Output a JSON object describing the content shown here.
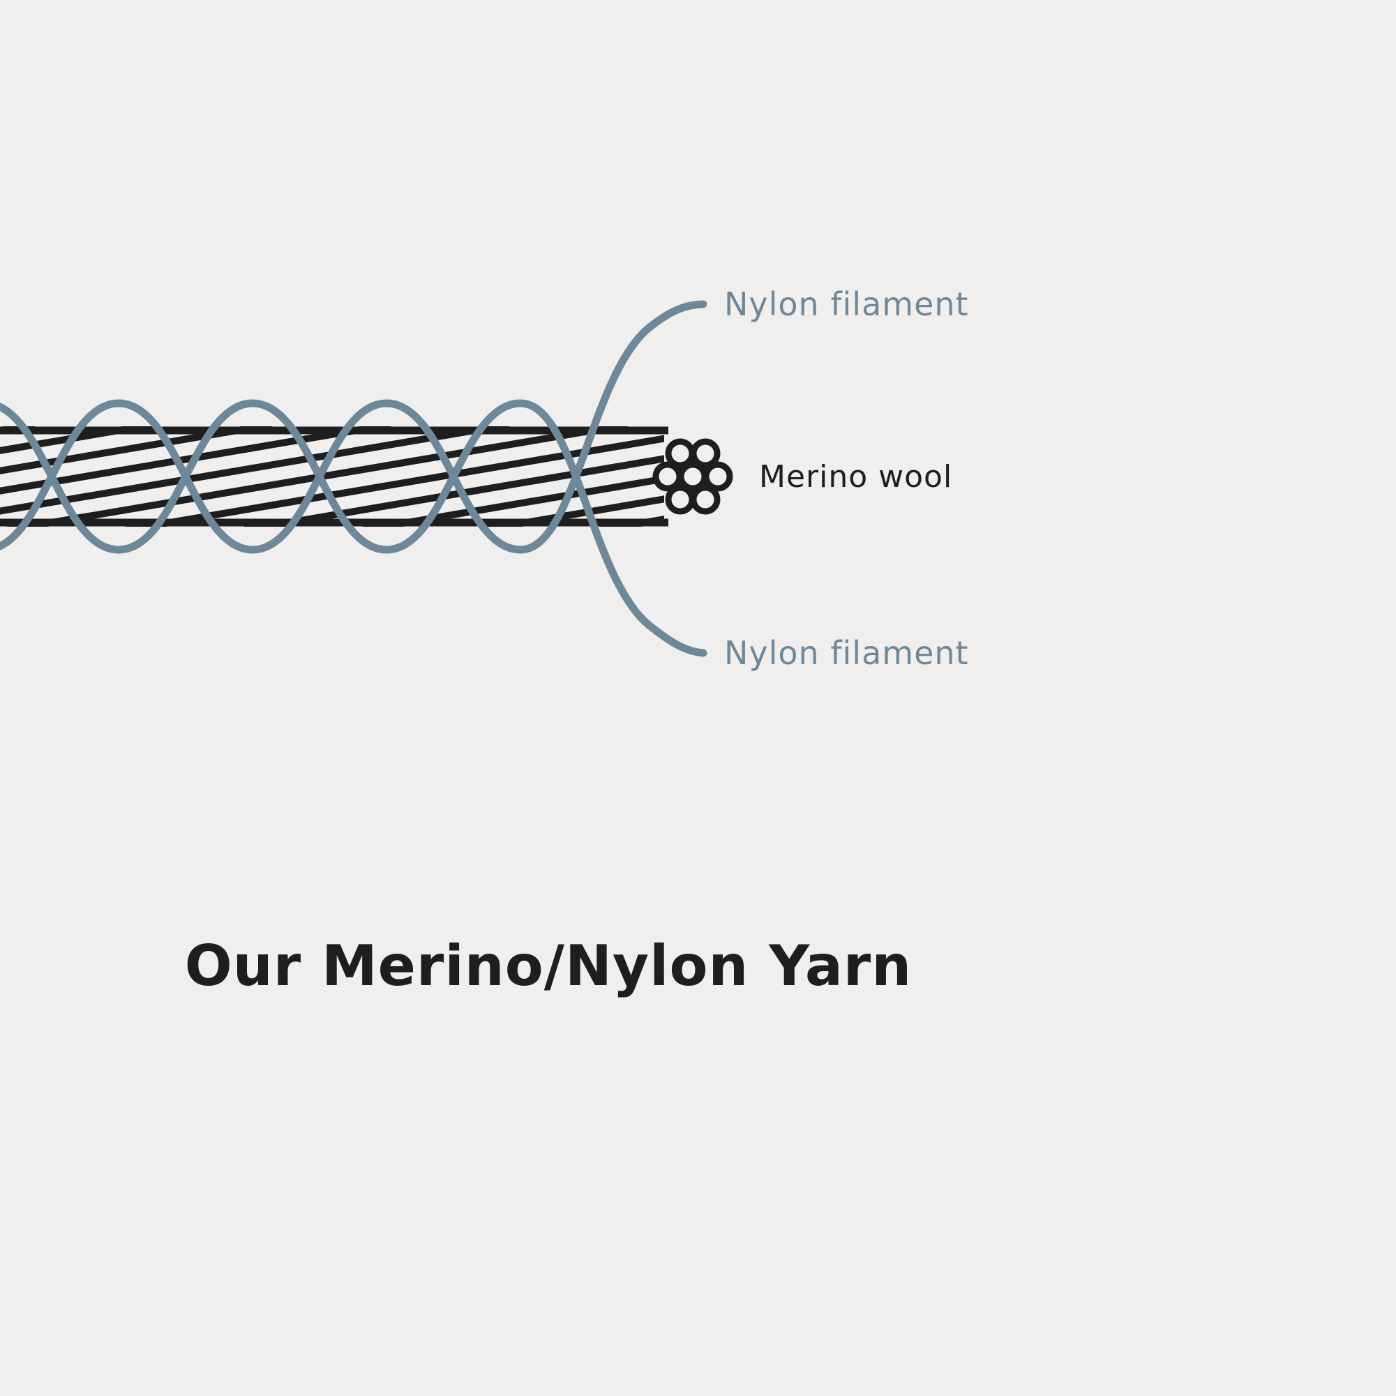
{
  "colors": {
    "background": "#f0efee",
    "ink": "#1e1e1e",
    "filament": "#6d8899"
  },
  "diagram": {
    "labels": {
      "nylon_top": "Nylon filament",
      "merino": "Merino wool",
      "nylon_bottom": "Nylon filament"
    },
    "title": "Our Merino/Nylon Yarn"
  }
}
